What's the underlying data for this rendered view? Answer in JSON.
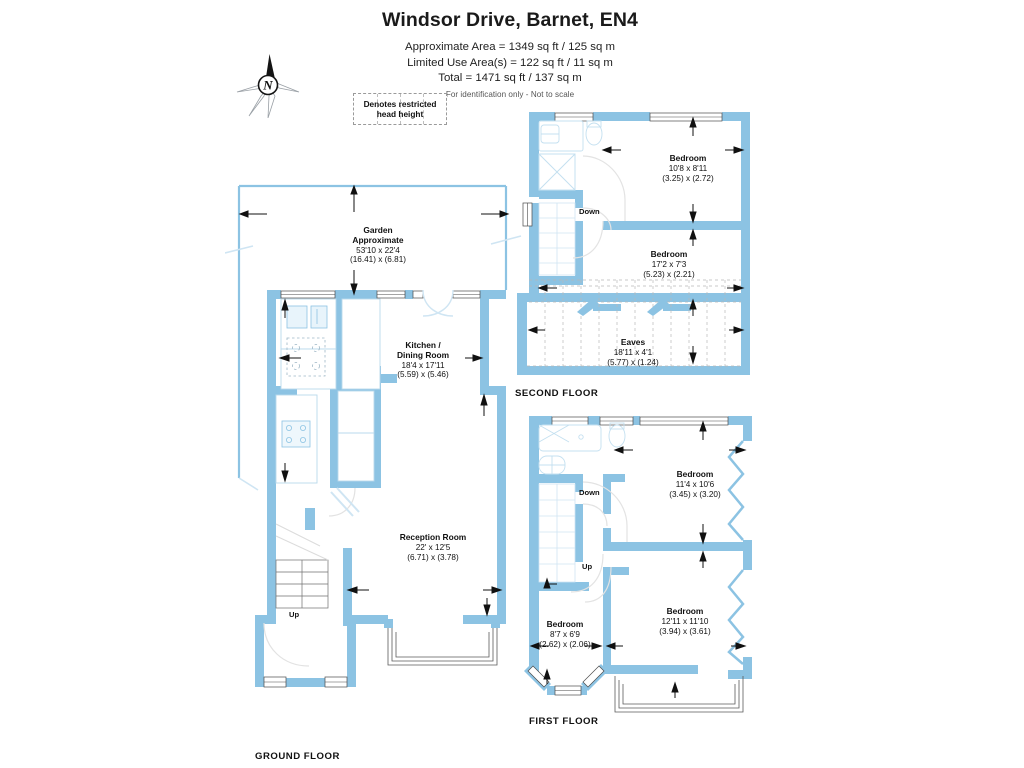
{
  "header": {
    "title": "Windsor Drive, Barnet, EN4",
    "approximate_area": "Approximate Area = 1349 sq ft / 125 sq m",
    "limited_use_area": "Limited Use Area(s) = 122 sq ft / 11 sq m",
    "total": "Total = 1471 sq ft / 137 sq m",
    "disclaimer": "For identification only - Not to scale"
  },
  "legend": {
    "line1": "Denotes restricted",
    "line2": "head height"
  },
  "compass": {
    "label": "N",
    "name": "north-arrow"
  },
  "colors": {
    "wall": "#8cc3e3",
    "wall_dark": "#7ab6dc",
    "fixture_line": "#b9d9ec",
    "dim_arrow": "#111111",
    "text": "#111111",
    "background": "#ffffff"
  },
  "floors": [
    {
      "id": "ground",
      "label": "GROUND FLOOR",
      "rooms": [
        {
          "name": "Garden\nApproximate",
          "name_line1": "Garden",
          "name_line2": "Approximate",
          "imperial": "53'10 x 22'4",
          "metric": "(16.41) x (6.81)"
        },
        {
          "name_line1": "Kitchen /",
          "name_line2": "Dining Room",
          "imperial": "18'4 x 17'11",
          "metric": "(5.59) x (5.46)"
        },
        {
          "name_line1": "Reception Room",
          "name_line2": "",
          "imperial": "22' x 12'5",
          "metric": "(6.71) x (3.78)"
        }
      ],
      "stairs": [
        {
          "label": "Up"
        }
      ]
    },
    {
      "id": "first",
      "label": "FIRST FLOOR",
      "rooms": [
        {
          "name_line1": "Bedroom",
          "name_line2": "",
          "imperial": "11'4 x 10'6",
          "metric": "(3.45) x (3.20)"
        },
        {
          "name_line1": "Bedroom",
          "name_line2": "",
          "imperial": "12'11 x 11'10",
          "metric": "(3.94) x (3.61)"
        },
        {
          "name_line1": "Bedroom",
          "name_line2": "",
          "imperial": "8'7 x 6'9",
          "metric": "(2.62) x (2.06)"
        }
      ],
      "stairs": [
        {
          "label": "Down"
        },
        {
          "label": "Up"
        }
      ]
    },
    {
      "id": "second",
      "label": "SECOND FLOOR",
      "rooms": [
        {
          "name_line1": "Bedroom",
          "name_line2": "",
          "imperial": "10'8 x 8'11",
          "metric": "(3.25) x (2.72)"
        },
        {
          "name_line1": "Bedroom",
          "name_line2": "",
          "imperial": "17'2 x 7'3",
          "metric": "(5.23) x (2.21)"
        },
        {
          "name_line1": "Eaves",
          "name_line2": "",
          "imperial": "18'11 x 4'1",
          "metric": "(5.77) x (1.24)"
        }
      ],
      "stairs": [
        {
          "label": "Down"
        }
      ]
    }
  ]
}
